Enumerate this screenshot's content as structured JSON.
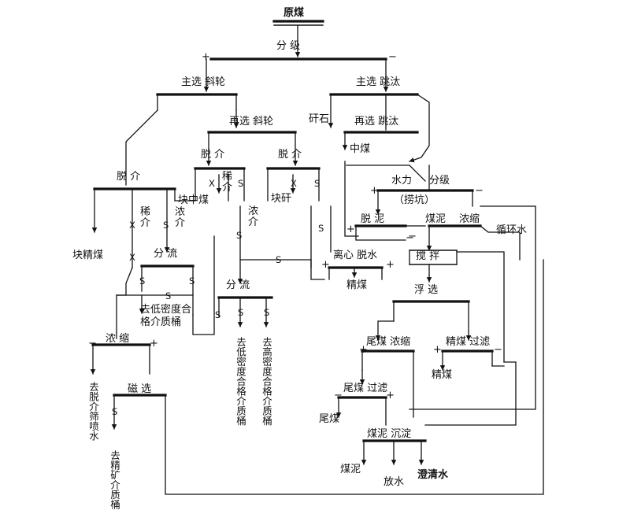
{
  "title": "原煤",
  "steps": {
    "classify1": "分 级",
    "main_a": "主选 斜轮",
    "main_b": "主选 跳汰",
    "gangue": "矸石",
    "resel_a": "再选 斜轮",
    "resel_b": "再选 跳汰",
    "middling_top": "中煤",
    "dm1": "脱 介",
    "dm2": "脱 介",
    "dm3": "脱 介",
    "lump_mid": "块中煤",
    "lump_gangue": "块矸",
    "hydro": "水力",
    "classify2": "分级",
    "pit": "（捞坑）",
    "desl": "脱 泥",
    "slime": "煤泥",
    "thicken_top": "浓缩",
    "circ_water": "循环水",
    "stir": "搅 拌",
    "split1": "分 流",
    "split2": "分 流",
    "centrifuge": "离心 脱水",
    "clean_mid": "精煤",
    "float": "浮 选",
    "tail_thicken": "尾煤 浓缩",
    "clean_filter": "精煤 过滤",
    "clean_out": "精煤",
    "tail_filter": "尾煤 过滤",
    "tail_out": "尾煤",
    "thicken_low": "浓 缩",
    "magsep": "磁 选",
    "remove_low": "去低密度合格介质桶",
    "lump_clean": "块精煤",
    "slime_settle": "煤泥 沉淀",
    "slime_out": "煤泥",
    "discharge": "放水",
    "clear": "澄清水",
    "dilute": "稀介",
    "dilute2": "稀 介",
    "thick_med": "浓 介",
    "thick_med2": "浓介",
    "v_remove_spray": "去脱介筛喷水",
    "v_remove_low": "去低密度合格介质桶",
    "v_remove_high": "去高密度合格介质桶",
    "v_remove_mag": "去精矿介质桶",
    "marks": {
      "x": "X",
      "s": "S",
      "plus": "+",
      "minus": "−"
    }
  }
}
